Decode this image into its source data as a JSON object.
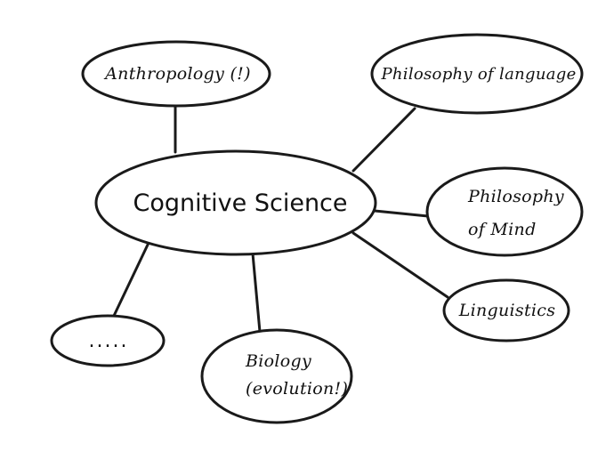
{
  "diagram": {
    "center": {
      "label": "Cognitive Science"
    },
    "nodes": [
      {
        "id": "anthropology",
        "lines": [
          "Anthropology (!)"
        ]
      },
      {
        "id": "philosophy-of-language",
        "lines": [
          "Philosophy of language"
        ]
      },
      {
        "id": "philosophy-of-mind",
        "lines": [
          "Philosophy",
          "of Mind"
        ]
      },
      {
        "id": "linguistics",
        "lines": [
          "Linguistics"
        ]
      },
      {
        "id": "biology",
        "lines": [
          "Biology",
          "(evolution!)"
        ]
      },
      {
        "id": "more",
        "lines": [
          "....."
        ]
      }
    ]
  },
  "colors": {
    "stroke": "#1a1a1a",
    "background": "#ffffff"
  }
}
